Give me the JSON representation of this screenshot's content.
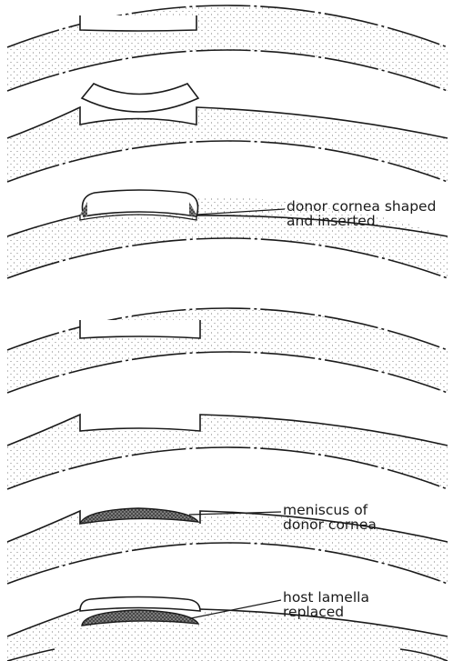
{
  "labels": {
    "donor_shaped_line1": "donor cornea shaped",
    "donor_shaped_line2": "and inserted",
    "meniscus_line1": "meniscus of",
    "meniscus_line2": "donor cornea",
    "host_lamella_line1": "host lamella",
    "host_lamella_line2": "replaced"
  },
  "colors": {
    "ink": "#1a1a1a",
    "paper": "#ffffff",
    "stipple": "#555555"
  }
}
